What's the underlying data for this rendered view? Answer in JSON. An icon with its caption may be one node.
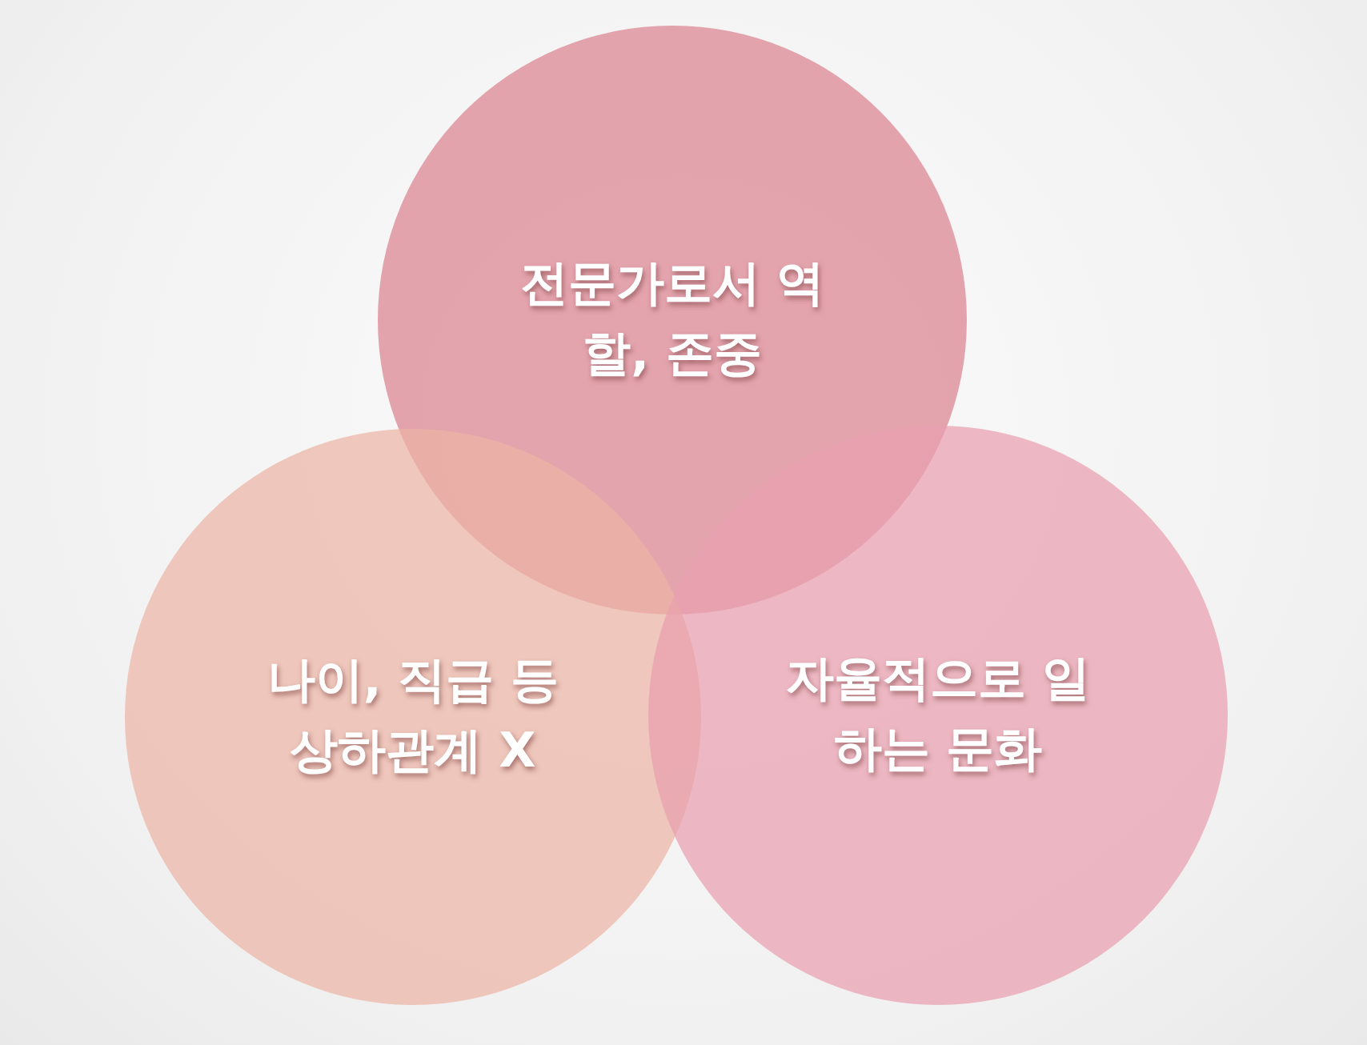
{
  "diagram": {
    "nodes": [
      {
        "text": [
          "전문가로서 역할, 존중"
        ]
      },
      {
        "text": [
          "나이, 직급 등 상하관계 X"
        ]
      },
      {
        "text": [
          "자율적으로 일하는 문화"
        ]
      }
    ]
  }
}
